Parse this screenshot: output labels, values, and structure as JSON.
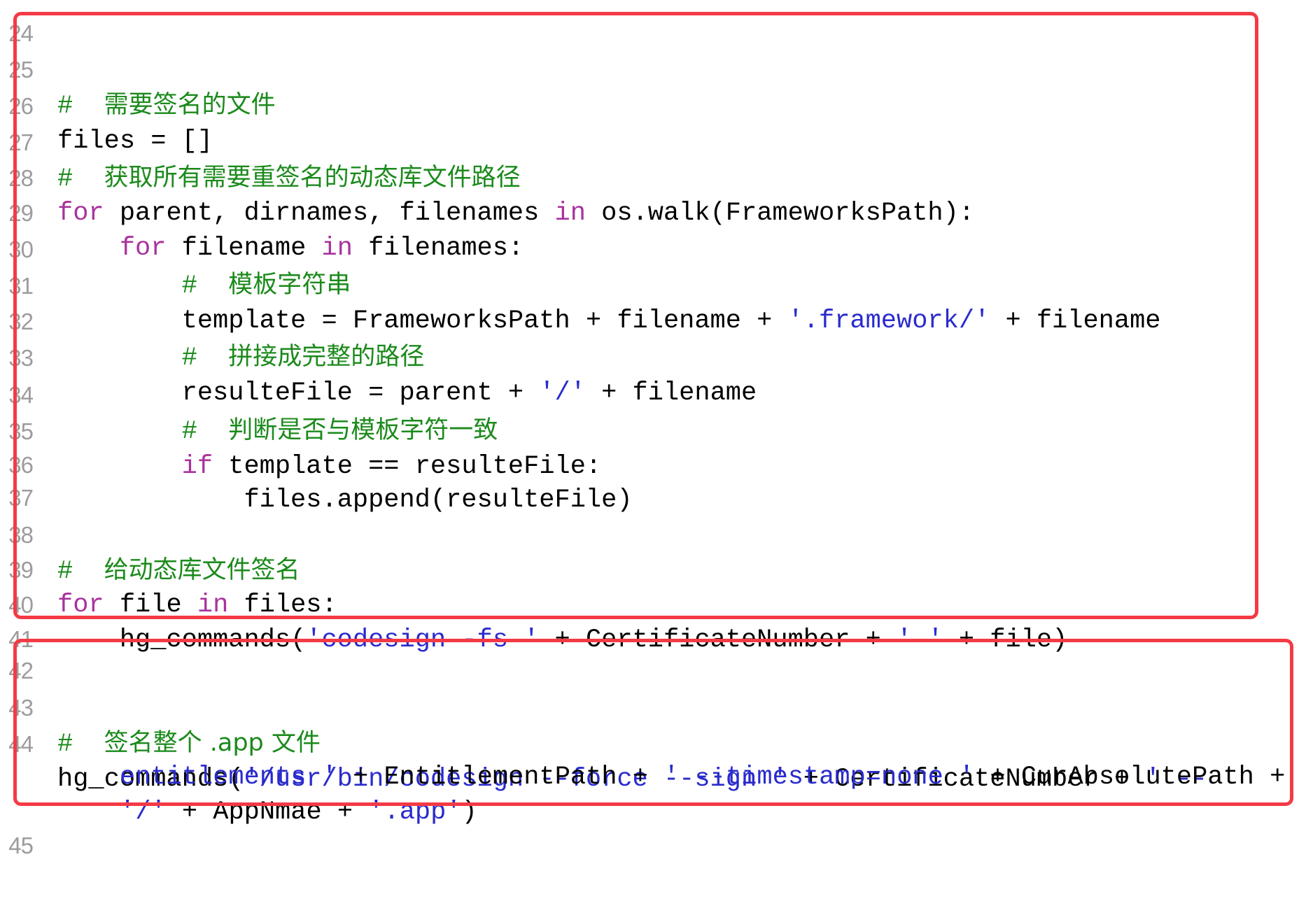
{
  "editor": {
    "language": "python",
    "colors": {
      "keyword": "#a9329d",
      "string": "#2a2bcc",
      "comment": "#1b8a1b",
      "line_number": "#9c9c9c",
      "highlight_border": "#f43a45",
      "background": "#ffffff"
    },
    "lines": [
      {
        "num": "24",
        "tokens": []
      },
      {
        "num": "25",
        "tokens": [
          {
            "t": "#  ",
            "k": "cmt"
          },
          {
            "t": "需要签名的文件",
            "k": "cmt"
          }
        ]
      },
      {
        "num": "26",
        "tokens": [
          {
            "t": "files = []",
            "k": "plain"
          }
        ]
      },
      {
        "num": "27",
        "tokens": [
          {
            "t": "#  ",
            "k": "cmt"
          },
          {
            "t": "获取所有需要重签名的动态库文件路径",
            "k": "cmt"
          }
        ]
      },
      {
        "num": "28",
        "tokens": [
          {
            "t": "for",
            "k": "kw"
          },
          {
            "t": " parent, dirnames, filenames ",
            "k": "plain"
          },
          {
            "t": "in",
            "k": "kw"
          },
          {
            "t": " os.walk(FrameworksPath):",
            "k": "plain"
          }
        ]
      },
      {
        "num": "29",
        "tokens": [
          {
            "t": "    ",
            "k": "plain"
          },
          {
            "t": "for",
            "k": "kw"
          },
          {
            "t": " filename ",
            "k": "plain"
          },
          {
            "t": "in",
            "k": "kw"
          },
          {
            "t": " filenames:",
            "k": "plain"
          }
        ]
      },
      {
        "num": "30",
        "tokens": [
          {
            "t": "        ",
            "k": "plain"
          },
          {
            "t": "#  ",
            "k": "cmt"
          },
          {
            "t": "模板字符串",
            "k": "cmt"
          }
        ]
      },
      {
        "num": "31",
        "tokens": [
          {
            "t": "        template = FrameworksPath + filename + ",
            "k": "plain"
          },
          {
            "t": "'.framework/'",
            "k": "str"
          },
          {
            "t": " + filename",
            "k": "plain"
          }
        ]
      },
      {
        "num": "32",
        "tokens": [
          {
            "t": "        ",
            "k": "plain"
          },
          {
            "t": "#  ",
            "k": "cmt"
          },
          {
            "t": "拼接成完整的路径",
            "k": "cmt"
          }
        ]
      },
      {
        "num": "33",
        "tokens": [
          {
            "t": "        resulteFile = parent + ",
            "k": "plain"
          },
          {
            "t": "'/'",
            "k": "str"
          },
          {
            "t": " + filename",
            "k": "plain"
          }
        ]
      },
      {
        "num": "34",
        "tokens": [
          {
            "t": "        ",
            "k": "plain"
          },
          {
            "t": "#  ",
            "k": "cmt"
          },
          {
            "t": "判断是否与模板字符一致",
            "k": "cmt"
          }
        ]
      },
      {
        "num": "35",
        "tokens": [
          {
            "t": "        ",
            "k": "plain"
          },
          {
            "t": "if",
            "k": "kw"
          },
          {
            "t": " template == resulteFile:",
            "k": "plain"
          }
        ]
      },
      {
        "num": "36",
        "tokens": [
          {
            "t": "            files.append(resulteFile)",
            "k": "plain"
          }
        ]
      },
      {
        "num": "37",
        "tokens": []
      },
      {
        "num": "38",
        "tokens": [
          {
            "t": "#  ",
            "k": "cmt"
          },
          {
            "t": "给动态库文件签名",
            "k": "cmt"
          }
        ]
      },
      {
        "num": "39",
        "tokens": [
          {
            "t": "for",
            "k": "kw"
          },
          {
            "t": " file ",
            "k": "plain"
          },
          {
            "t": "in",
            "k": "kw"
          },
          {
            "t": " files:",
            "k": "plain"
          }
        ]
      },
      {
        "num": "40",
        "tokens": [
          {
            "t": "    hg_commands(",
            "k": "plain"
          },
          {
            "t": "'codesign -fs '",
            "k": "str"
          },
          {
            "t": " + CertificateNumber + ",
            "k": "plain"
          },
          {
            "t": "' '",
            "k": "str"
          },
          {
            "t": " + file)",
            "k": "plain"
          }
        ]
      },
      {
        "num": "41",
        "tokens": []
      },
      {
        "num": "42",
        "tokens": []
      },
      {
        "num": "43",
        "tokens": [
          {
            "t": "#  ",
            "k": "cmt"
          },
          {
            "t": "签名整个 .app 文件",
            "k": "cmt"
          }
        ]
      },
      {
        "num": "44",
        "tokens": [
          {
            "t": "hg_commands(",
            "k": "plain"
          },
          {
            "t": "'/usr/bin/codesign --force --sign '",
            "k": "str"
          },
          {
            "t": " + CertificateNumber + ",
            "k": "plain"
          },
          {
            "t": "' --",
            "k": "str"
          }
        ]
      },
      {
        "num": "",
        "tokens": [
          {
            "t": "entitlements '",
            "k": "str"
          },
          {
            "t": " + EntitlementPath + ",
            "k": "plain"
          },
          {
            "t": "' --timestamp=none '",
            "k": "str"
          },
          {
            "t": " + CurAbsolutePath +",
            "k": "plain"
          }
        ]
      },
      {
        "num": "",
        "tokens": [
          {
            "t": "'/'",
            "k": "str"
          },
          {
            "t": " + AppNmae + ",
            "k": "plain"
          },
          {
            "t": "'.app'",
            "k": "str"
          },
          {
            "t": ")",
            "k": "plain"
          }
        ]
      },
      {
        "num": "45",
        "tokens": []
      }
    ]
  }
}
